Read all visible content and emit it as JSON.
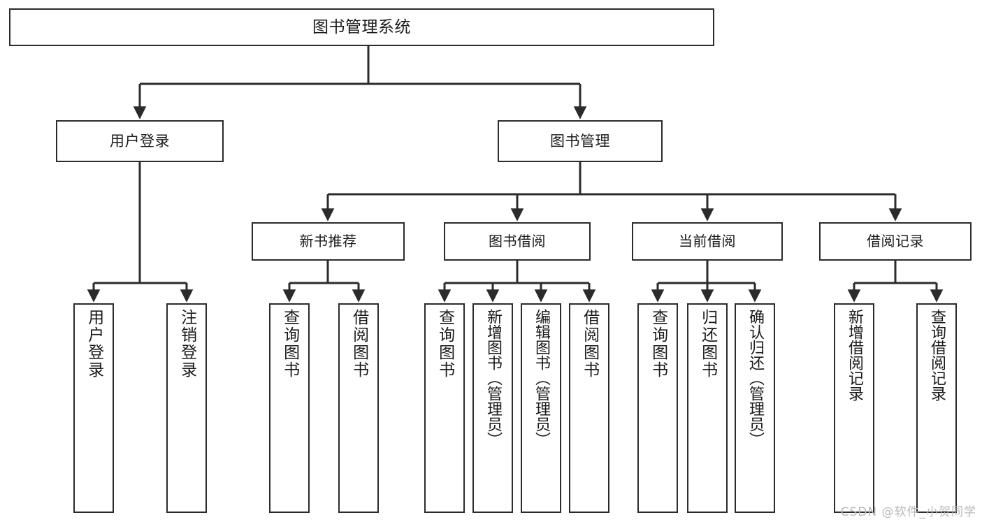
{
  "diagram": {
    "title": "图书管理系统",
    "watermark": "CSDN @软件_小贺同学",
    "stroke_color": "#2b2b2b",
    "background_color": "#ffffff",
    "text_color": "#1a1a1a",
    "watermark_color": "#b9b9b9"
  },
  "nodes": {
    "root": {
      "label": "图书管理系统"
    },
    "level2": [
      {
        "label": "用户登录"
      },
      {
        "label": "图书管理"
      }
    ],
    "level3": [
      {
        "label": "新书推荐"
      },
      {
        "label": "图书借阅"
      },
      {
        "label": "当前借阅"
      },
      {
        "label": "借阅记录"
      }
    ],
    "leaves": {
      "user_login": [
        {
          "label": "用户登录"
        },
        {
          "label": "注销登录"
        }
      ],
      "new_book_recommend": [
        {
          "label": "查询图书"
        },
        {
          "label": "借阅图书"
        }
      ],
      "book_borrow": [
        {
          "label": "查询图书"
        },
        {
          "label": "新增图书（管理员）"
        },
        {
          "label": "编辑图书（管理员）"
        },
        {
          "label": "借阅图书"
        }
      ],
      "current_borrow": [
        {
          "label": "查询图书"
        },
        {
          "label": "归还图书"
        },
        {
          "label": "确认归还（管理员）"
        }
      ],
      "borrow_record": [
        {
          "label": "新增借阅记录"
        },
        {
          "label": "查询借阅记录"
        }
      ]
    }
  },
  "tree_data": {
    "type": "tree",
    "root": "图书管理系统",
    "children": [
      {
        "name": "用户登录",
        "children": [
          {
            "name": "用户登录"
          },
          {
            "name": "注销登录"
          }
        ]
      },
      {
        "name": "图书管理",
        "children": [
          {
            "name": "新书推荐",
            "children": [
              {
                "name": "查询图书"
              },
              {
                "name": "借阅图书"
              }
            ]
          },
          {
            "name": "图书借阅",
            "children": [
              {
                "name": "查询图书"
              },
              {
                "name": "新增图书（管理员）"
              },
              {
                "name": "编辑图书（管理员）"
              },
              {
                "name": "借阅图书"
              }
            ]
          },
          {
            "name": "当前借阅",
            "children": [
              {
                "name": "查询图书"
              },
              {
                "name": "归还图书"
              },
              {
                "name": "确认归还（管理员）"
              }
            ]
          },
          {
            "name": "借阅记录",
            "children": [
              {
                "name": "新增借阅记录"
              },
              {
                "name": "查询借阅记录"
              }
            ]
          }
        ]
      }
    ]
  }
}
